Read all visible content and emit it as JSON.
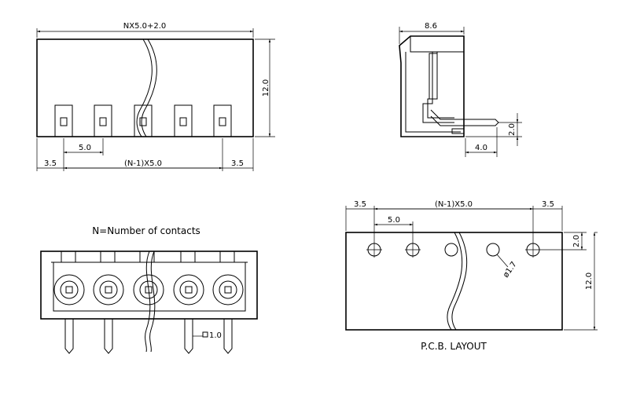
{
  "front_view": {
    "overall_width": "NX5.0+2.0",
    "height": "12.0",
    "pitch": "5.0",
    "edge_left": "3.5",
    "pitch_span": "(N-1)X5.0",
    "edge_right": "3.5"
  },
  "side_view": {
    "depth": "8.6",
    "pin_offset_v": "2.0",
    "pin_offset_h": "4.0"
  },
  "bottom_view": {
    "note": "N=Number of contacts",
    "pin_size": "1.0"
  },
  "pcb_layout": {
    "edge_left": "3.5",
    "pitch_span": "(N-1)X5.0",
    "edge_right": "3.5",
    "pitch": "5.0",
    "hole_offset": "2.0",
    "hole_diameter": "ø1.7",
    "height": "12.0",
    "title": "P.C.B. LAYOUT"
  }
}
